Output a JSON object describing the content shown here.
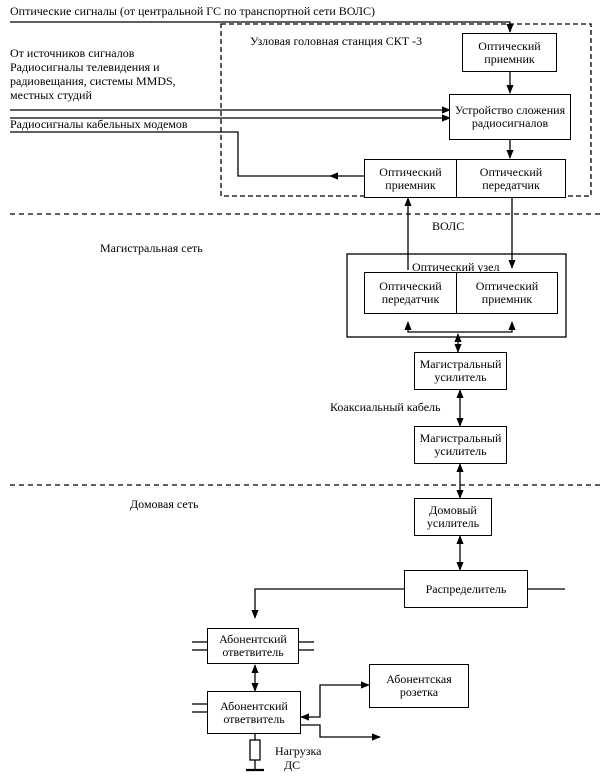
{
  "top_signal": "Оптические сигналы  (от центральной ГС по транспортной сети ВОЛС)",
  "station_title": "Узловая головная станция СКТ -3",
  "sources": {
    "line1": "От источников сигналов",
    "line2": "Радиосигналы телевидения и",
    "line3": "радиовещания, системы MMDS,",
    "line4": "местных студий"
  },
  "cable_modems": "Радиосигналы кабельных модемов",
  "boxes": {
    "opt_rx_top": {
      "l1": "Оптический",
      "l2": "приемник"
    },
    "combiner": {
      "l1": "Устройство сложения",
      "l2": "радиосигналов"
    },
    "opt_rx_station": {
      "l1": "Оптический",
      "l2": "приемник"
    },
    "opt_tx_station": {
      "l1": "Оптический",
      "l2": "передатчик"
    },
    "opt_tx_node": {
      "l1": "Оптический",
      "l2": "передатчик"
    },
    "opt_rx_node": {
      "l1": "Оптический",
      "l2": "приемник"
    },
    "trunk_amp1": {
      "l1": "Магистральный",
      "l2": "усилитель"
    },
    "trunk_amp2": {
      "l1": "Магистральный",
      "l2": "усилитель"
    },
    "house_amp": {
      "l1": "Домовый",
      "l2": "усилитель"
    },
    "distributor": {
      "l1": "Распределитель"
    },
    "tap1": {
      "l1": "Абонентский",
      "l2": "ответвитель"
    },
    "tap2": {
      "l1": "Абонентский",
      "l2": "ответвитель"
    },
    "outlet": {
      "l1": "Абонентская",
      "l2": "розетка"
    }
  },
  "volc": "ВОЛС",
  "optical_node": "Оптический узел",
  "trunk_network": "Магистральная сеть",
  "coax_cable": "Коаксиальный кабель",
  "house_network": "Домовая  сеть",
  "load": {
    "l1": "Нагрузка",
    "l2": "ДС"
  }
}
